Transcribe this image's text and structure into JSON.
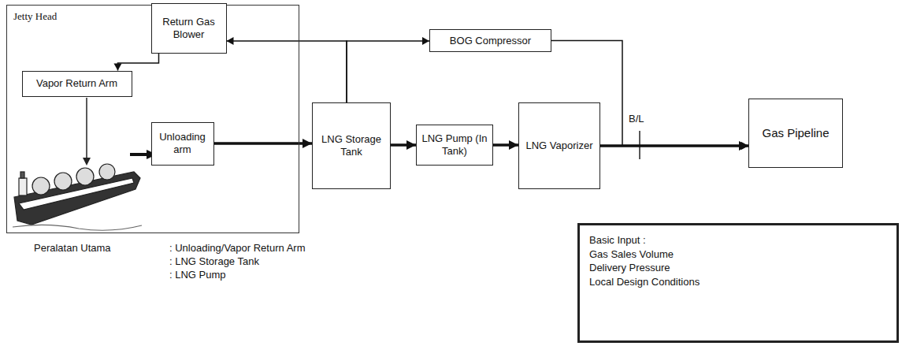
{
  "diagram": {
    "nodes": [
      {
        "text": [
          "Jetty Head"
        ]
      },
      {
        "text": [
          "Return Gas Blower"
        ],
        "in": 0
      },
      {
        "text": [
          "Vapor Return Arm"
        ],
        "in": 0
      },
      {
        "text": [
          "Unloading arm"
        ],
        "in": 0
      },
      {
        "text": [
          "BOG Compressor"
        ]
      },
      {
        "text": [
          "LNG Storage Tank"
        ]
      },
      {
        "text": [
          "LNG Pump (In Tank)"
        ]
      },
      {
        "text": [
          "LNG Vaporizer"
        ]
      },
      {
        "text": [
          "Gas Pipeline"
        ]
      },
      {
        "text": [
          "Basic Input :",
          "Gas Sales Volume",
          "Delivery Pressure",
          "Local Design Conditions"
        ]
      }
    ],
    "edges": [
      {
        "from": 1,
        "to": 2,
        "arrow": "to"
      },
      {
        "from": 3,
        "to": 5,
        "arrow": "to"
      },
      {
        "from": 5,
        "to": 1,
        "arrow": "to"
      },
      {
        "from": 5,
        "to": 4,
        "arrow": "to"
      },
      {
        "from": 5,
        "to": 6,
        "arrow": "to"
      },
      {
        "from": 6,
        "to": 7,
        "arrow": "to"
      },
      {
        "from": 7,
        "to": 8,
        "arrow": "to"
      },
      {
        "from": 4,
        "to": 8,
        "arrow": "to"
      }
    ],
    "labels": [
      "B/L",
      "Peralatan Utama",
      ": Unloading/Vapor Return Arm",
      ": LNG Storage Tank",
      ": LNG Pump"
    ]
  }
}
